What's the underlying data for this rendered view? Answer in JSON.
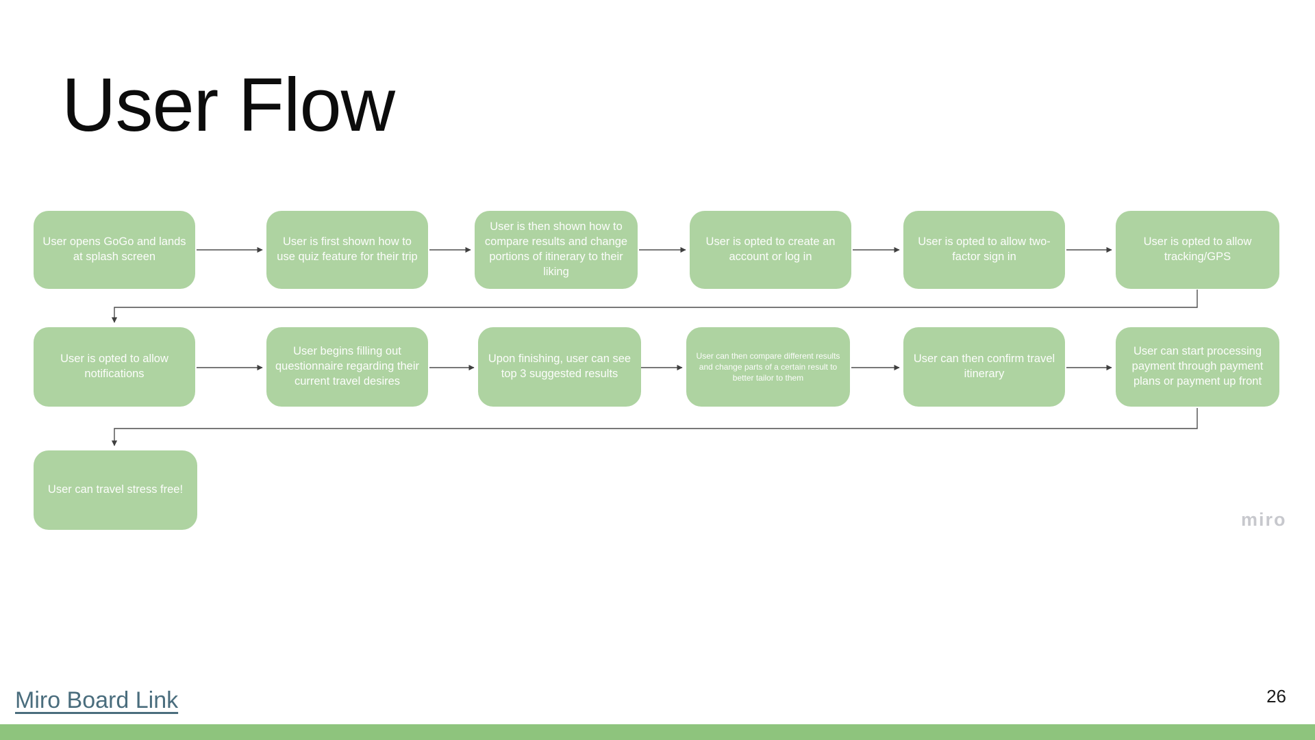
{
  "slide": {
    "title": "User Flow",
    "watermark": "miro",
    "board_link_label": "Miro Board Link",
    "page_number": "26",
    "colors": {
      "node_fill": "#aed3a1",
      "node_text": "#fcfdfb",
      "accent_bar": "#8ec47d",
      "connector": "#4c4c4c",
      "link_text": "#4a6d7d",
      "watermark_text": "#c7c8cd",
      "title_text": "#0c0c0c"
    }
  },
  "flow": {
    "nodes": [
      {
        "text": "User opens GoGo and lands at splash screen"
      },
      {
        "text": "User is first shown how to use quiz feature for their trip"
      },
      {
        "text": "User is then shown how to compare results and change portions of itinerary to their liking"
      },
      {
        "text": "User is opted to create an account or log in"
      },
      {
        "text": "User is opted to allow two-factor sign in"
      },
      {
        "text": "User is opted to allow tracking/GPS"
      },
      {
        "text": "User is opted to allow notifications"
      },
      {
        "text": "User begins filling out questionnaire regarding their current travel desires"
      },
      {
        "text": "Upon finishing, user can see top 3 suggested results"
      },
      {
        "text": "User can then compare different results and change parts of a certain result to better tailor to them"
      },
      {
        "text": "User can then confirm travel itinerary"
      },
      {
        "text": "User can start processing payment through payment plans or payment up front"
      },
      {
        "text": "User can travel stress free!"
      }
    ]
  }
}
